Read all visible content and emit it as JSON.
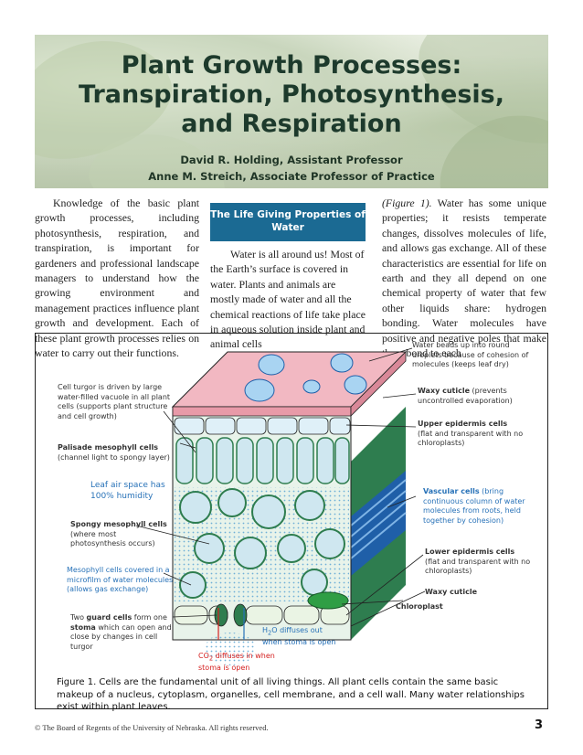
{
  "header": {
    "title_lines": [
      "Plant Growth Processes:",
      "Transpiration, Photosynthesis,",
      "and Respiration"
    ],
    "authors": [
      "David R. Holding, Assistant Professor",
      "Anne M. Streich, Associate Professor of Practice"
    ]
  },
  "body": {
    "col1": "Knowledge of the basic plant growth processes, including photosynthesis, respiration, and transpiration, is important for gardeners and professional landscape managers to understand how the growing environment and management practices influence plant growth and development. Each of these plant growth processes relies on water to carry out their functions.",
    "sidebox_title": "The Life Giving Properties of Water",
    "col2": "Water is all around us! Most of the Earth’s surface is covered in water. Plants and animals are mostly made of water and all the chemical reactions of life take place in aqueous solution inside plant and animal cells",
    "col3_ref": "(Figure 1).",
    "col3": " Water has some unique properties; it resists temperate changes, dissolves molecules of life, and allows gas exchange. All of these characteristics are essential for life on earth and they all depend on one chemical property of water that few other liquids share: hydrogen bonding. Water molecules have positive and negative poles that make them bond to each"
  },
  "figure": {
    "labels": {
      "water_beads": "Water beads up into round droplets because of cohesion of molecules (keeps leaf dry)",
      "cell_turgor": "Cell turgor is driven by large water-filled vacuole in all plant cells (supports plant structure and cell growth)",
      "waxy_cuticle_top_b": "Waxy cuticle",
      "waxy_cuticle_top": " (prevents uncontrolled evaporation)",
      "upper_epidermis_b": "Upper epidermis cells",
      "upper_epidermis": "(flat and transparent with no chloroplasts)",
      "palisade_b": "Palisade mesophyll cells",
      "palisade": "(channel light to spongy layer)",
      "leaf_air": "Leaf air space has 100% humidity",
      "vascular_b": "Vascular cells",
      "vascular": " (bring continuous column of water molecules from roots, held together by cohesion)",
      "spongy_b": "Spongy mesophyll cells",
      "spongy": "(where most photosynthesis occurs)",
      "lower_epidermis_b": "Lower epidermis cells",
      "lower_epidermis": "(flat and transparent with no chloroplasts)",
      "mesophyll_film": "Mesophyll cells covered in a microfilm of water molecules (allows gas exchange)",
      "waxy_cuticle_bottom": "Waxy cuticle",
      "chloroplast": "Chloroplast",
      "guard_1": "Two ",
      "guard_2": "guard cells",
      "guard_3": " form one ",
      "guard_4": "stoma",
      "guard_5": " which can open and close by changes in cell turgor",
      "h2o_1": "H",
      "h2o_sub": "2",
      "h2o_2": "O diffuses out when stoma is open",
      "co2_1": "CO",
      "co2_sub": "2",
      "co2_2": " diffuses in when stoma is open"
    },
    "caption": "Figure 1. Cells are the fundamental unit of all living things. All plant cells contain the same basic makeup of a nucleus, cytoplasm, organelles, cell membrane, and a cell wall. Many water relationships exist within plant leaves."
  },
  "footer": {
    "copyright": "© The Board of Regents of the University of Nebraska.  All rights reserved.",
    "page_number": "3"
  },
  "colors": {
    "title": "#1d3a2c",
    "sidebox": "#1b6a93",
    "label_blue": "#2872b8",
    "label_red": "#d42020",
    "cuticle_pink": "#f2b8c2",
    "water_drop": "#a9d4f2",
    "cell_green": "#2e7d4f",
    "vascular_blue": "#1f5fa8"
  }
}
